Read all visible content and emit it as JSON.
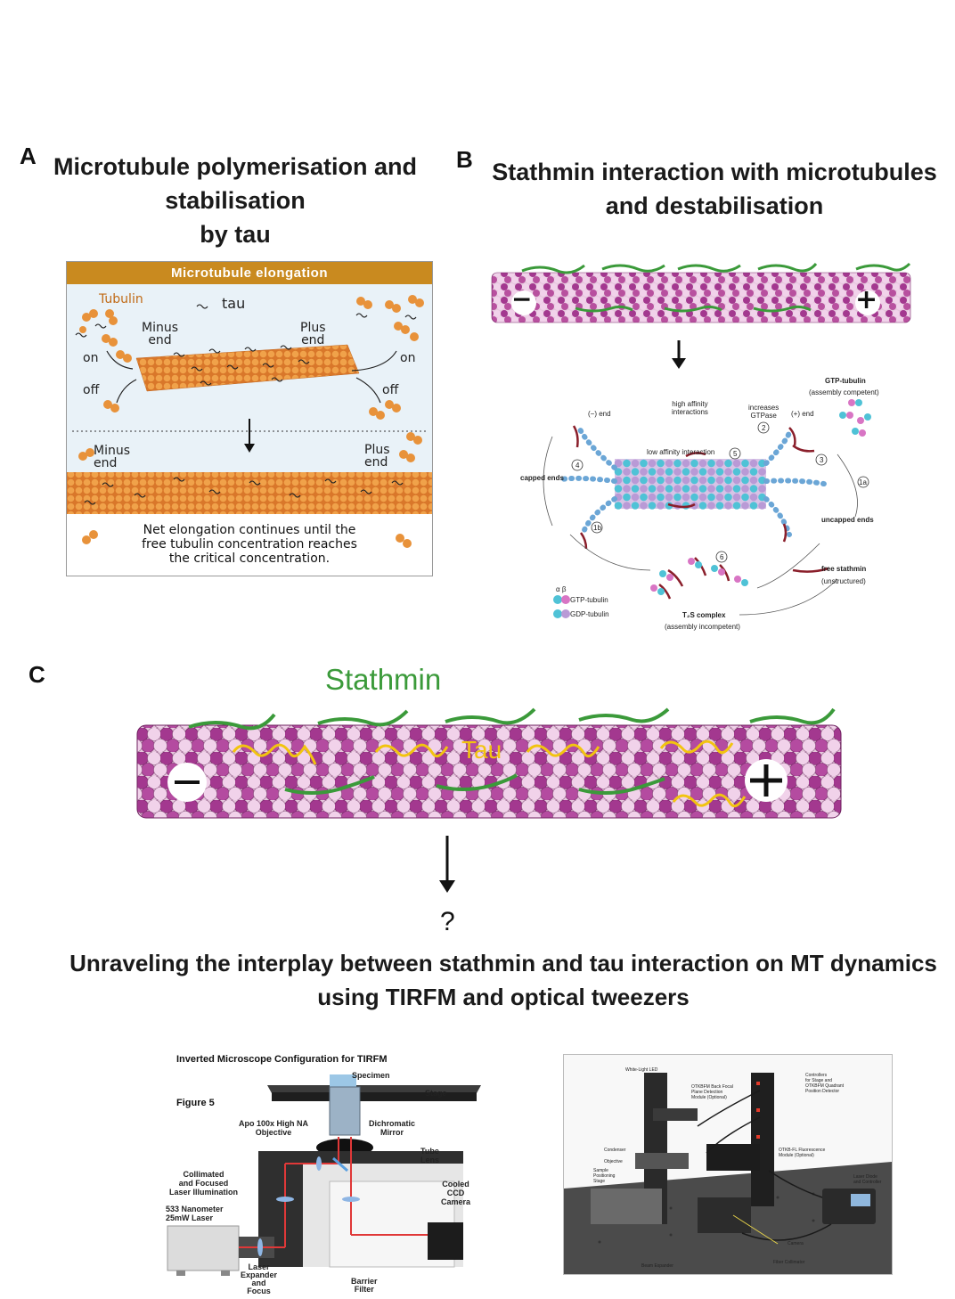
{
  "panel_a": {
    "letter": "A",
    "title_line1": "Microtubule polymerisation and",
    "title_line2": "stabilisation",
    "title_line3": "by tau",
    "box_header": "Microtubule elongation",
    "tubulin_label": "Tubulin",
    "tau_label": "tau",
    "minus_end": "Minus",
    "end_word": "end",
    "plus_end": "Plus",
    "on_label": "on",
    "off_label": "off",
    "note_line1": "Net elongation continues until the",
    "note_line2": "free tubulin concentration reaches",
    "note_line3": "the critical concentration."
  },
  "panel_b": {
    "letter": "B",
    "title_line1": "Stathmin interaction with microtubules",
    "title_line2": "and destabilisation",
    "minus_sign": "−",
    "plus_sign": "+",
    "gtp_tubulin": "GTP-tubulin",
    "assembly_competent": "(assembly competent)",
    "minus_end": "(−) end",
    "plus_end": "(+) end",
    "high_affinity": "high affinity",
    "interactions": "interactions",
    "increases": "increases",
    "gtpase": "GTPase",
    "low_affinity": "low affinity interaction",
    "capped_ends": "capped ends",
    "uncapped_ends": "uncapped ends",
    "free_stathmin": "free stathmin",
    "unstructured": "(unstructured)",
    "t2s_complex": "T₂S complex",
    "assembly_incompetent": "(assembly incompetent)",
    "alpha_beta": "α  β",
    "legend_gtp": "GTP-tubulin",
    "legend_gdp": "GDP-tubulin",
    "num_1a": "1a",
    "num_1b": "1b",
    "num_2": "2",
    "num_3": "3",
    "num_4": "4",
    "num_5": "5",
    "num_6": "6"
  },
  "panel_c": {
    "letter": "C",
    "stathmin_label": "Stathmin",
    "tau_label": "Tau",
    "question": "?",
    "title_line1": "Unraveling the interplay between stathmin and tau interaction on MT dynamics",
    "title_line2": "using TIRFM and optical tweezers"
  },
  "tirfm": {
    "title": "Inverted Microscope Configuration for TIRFM",
    "figure": "Figure 5",
    "specimen": "Specimen",
    "stage": "Stage",
    "objective_1": "Apo 100x High NA",
    "objective_2": "Objective",
    "dichromatic_1": "Dichromatic",
    "dichromatic_2": "Mirror",
    "tube_1": "Tube",
    "tube_2": "Lens",
    "collimated_1": "Collimated",
    "collimated_2": "and Focused",
    "collimated_3": "Laser Illumination",
    "laser_1": "533 Nanometer",
    "laser_2": "25mW Laser",
    "camera_1": "Cooled",
    "camera_2": "CCD",
    "camera_3": "Camera",
    "expander_1": "Laser",
    "expander_2": "Expander",
    "expander_3": "and",
    "expander_4": "Focus",
    "barrier_1": "Barrier",
    "barrier_2": "Filter"
  },
  "tweezers": {
    "white_led": "White-Light LED",
    "bfp_1": "OTKBFM Back Focal",
    "bfp_2": "Plane Detection",
    "bfp_3": "Module (Optional)",
    "controllers_1": "Controllers",
    "controllers_2": "for Stage and",
    "controllers_3": "OTKBFM Quadrant",
    "controllers_4": "Position Detector",
    "condenser": "Condenser",
    "objective": "Objective",
    "sample_1": "Sample",
    "sample_2": "Positioning",
    "sample_3": "Stage",
    "fluor_1": "OTKB-FL Fluorescence",
    "fluor_2": "Module (Optional)",
    "laser_1": "Laser Diode",
    "laser_2": "and Controller",
    "camera": "Camera",
    "fiber": "Fiber Collimator",
    "beam": "Beam Expander"
  },
  "colors": {
    "tubulin_dark": "#a3388f",
    "tubulin_light": "#f1d2ea",
    "stathmin_green": "#3b9a3a",
    "tau_yellow": "#f2c40f",
    "orange_header": "#c98a1f",
    "orange_tubulin": "#e08a2e"
  }
}
